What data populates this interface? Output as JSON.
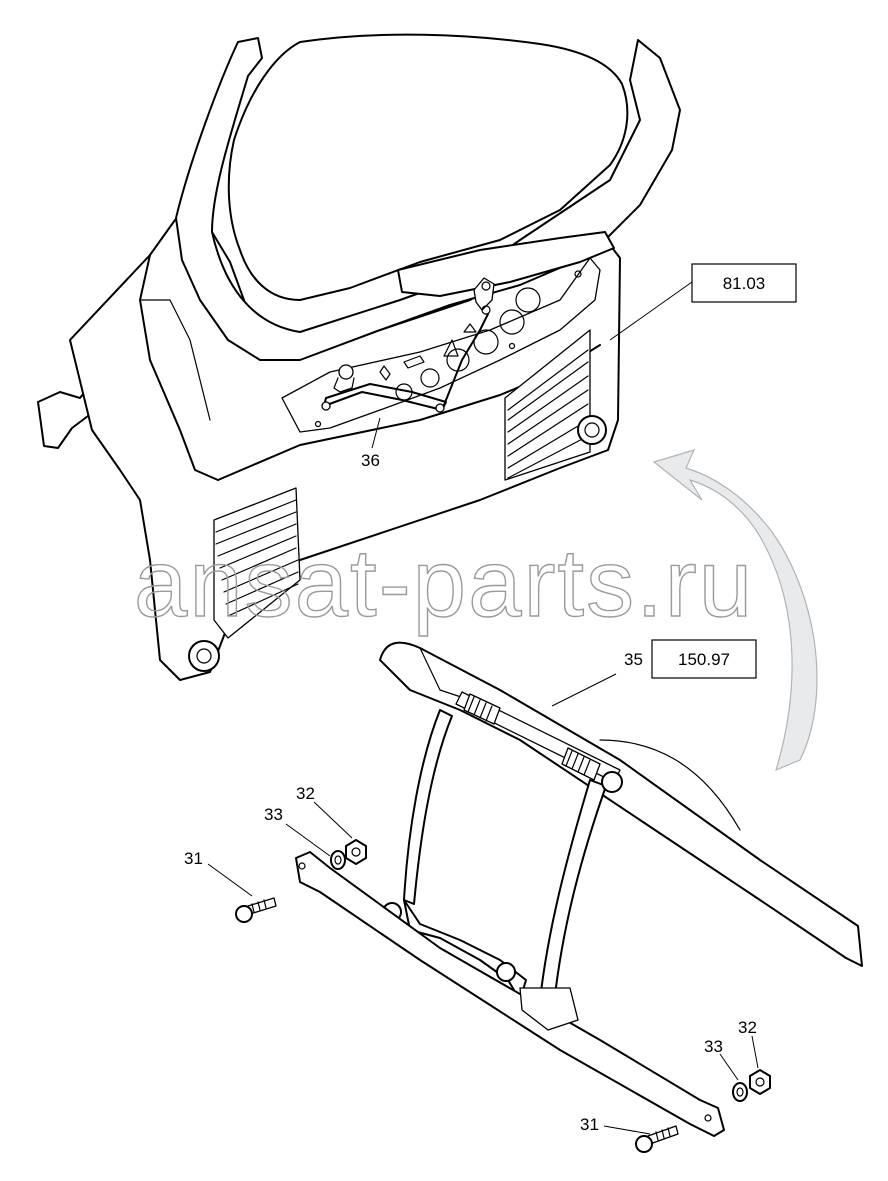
{
  "watermark": "ansat-parts.ru",
  "reference_boxes": [
    {
      "id": "ref-81-03",
      "text": "81.03"
    },
    {
      "id": "ref-150-97",
      "text": "150.97"
    }
  ],
  "callouts": {
    "c36": "36",
    "c35": "35",
    "c32_top": "32",
    "c33_top": "33",
    "c31_top": "31",
    "c32_bottom": "32",
    "c33_bottom": "33",
    "c31_bottom": "31"
  },
  "colors": {
    "line": "#000000",
    "arrow_fill": "#e8eaec",
    "watermark": "#9a9a9a"
  }
}
